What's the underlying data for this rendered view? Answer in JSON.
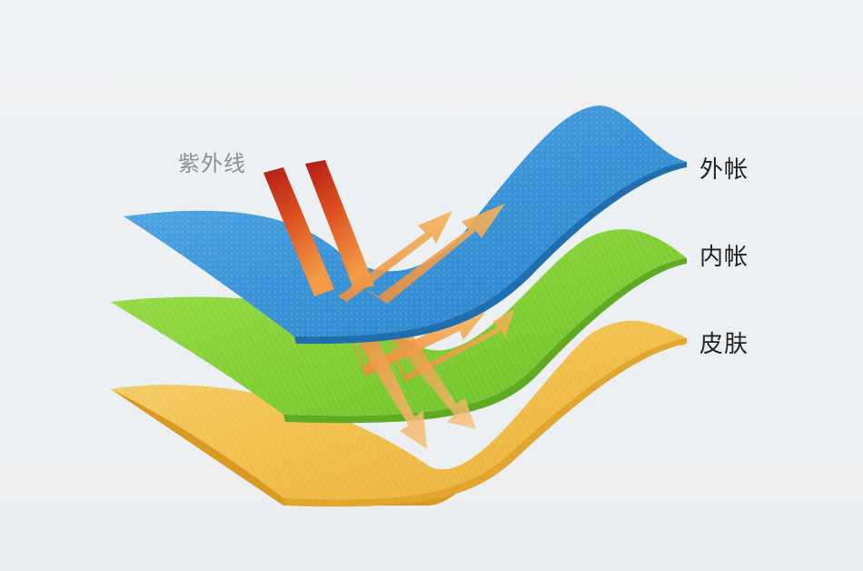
{
  "labels": {
    "uv": "紫外线",
    "outer_layer": "外帐",
    "inner_layer": "内帐",
    "skin": "皮肤"
  },
  "colors": {
    "outer_layer": "#3f95d6",
    "inner_layer": "#86d33a",
    "skin": "#f2c04e",
    "uv_ray": "#c62c1c",
    "reflected_arrow": "#f0a24a",
    "background": "#eceff1"
  },
  "icons": {
    "uv_rays": "red-ray-arrows",
    "reflections": "orange-reflection-arrows"
  }
}
